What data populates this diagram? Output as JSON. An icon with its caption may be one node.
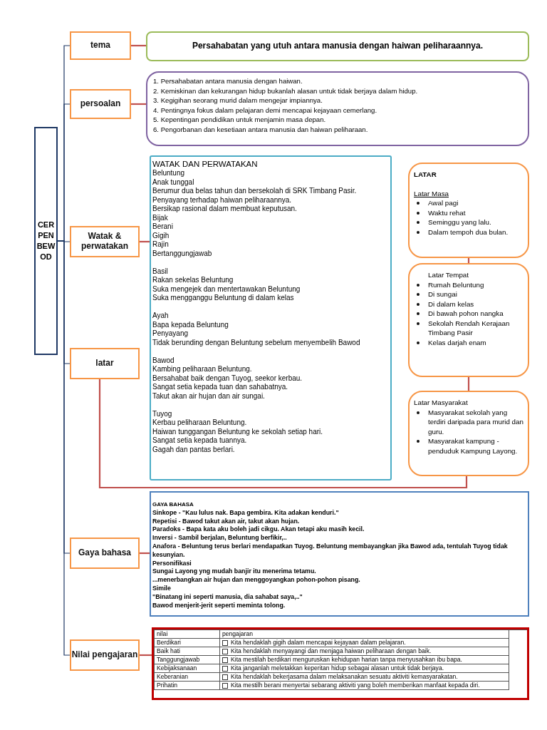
{
  "diagram": {
    "nodes": [
      {
        "text": [
          "CERPEN BEWOD"
        ]
      },
      {
        "text": [
          "tema"
        ]
      },
      {
        "text": [
          "persoalan"
        ]
      },
      {
        "text": [
          "Watak & perwatakan"
        ]
      },
      {
        "text": [
          "latar"
        ]
      },
      {
        "text": [
          "Gaya bahasa"
        ]
      },
      {
        "text": [
          "Nilai pengajaran"
        ]
      },
      {
        "text": [
          "Persahabatan yang utuh antara manusia dengan haiwan peliharaannya."
        ]
      },
      {
        "text": [
          "1. Persahabatan antara manusia dengan haiwan.",
          "2. Kemiskinan dan kekurangan hidup bukanlah alasan untuk tidak berjaya dalam hidup.",
          "3. Kegigihan seorang murid dalam mengejar impiannya.",
          "4. Pentingnya fokus dalam pelajaran demi mencapai kejayaan cemerlang.",
          "5. Kepentingan pendidikan untuk menjamin masa depan.",
          "6. Pengorbanan dan kesetiaan antara manusia dan haiwan peliharaan."
        ]
      },
      {
        "text": [
          "WATAK DAN PERWATAKAN",
          "Beluntung",
          "Anak tunggal",
          "Berumur dua belas tahun dan bersekolah di SRK Timbang Pasir.",
          "Penyayang terhadap haiwan peliharaannya.",
          "Bersikap rasional dalam membuat keputusan.",
          "Bijak",
          "Berani",
          "Gigih",
          "Rajin",
          "Bertanggungjawab",
          "Basil",
          "Rakan sekelas Beluntung",
          "Suka mengejek dan mentertawakan Beluntung",
          "Suka mengganggu Beluntung di dalam kelas",
          "Ayah",
          "Bapa kepada Beluntung",
          "Penyayang",
          "Tidak berunding dengan Beluntung sebelum menyembelih Bawod",
          "Bawod",
          "Kambing peliharaan Beluntung.",
          "Bersahabat baik dengan Tuyog, seekor kerbau.",
          "Sangat setia kepada tuan dan sahabatnya.",
          "Takut akan air hujan dan air sungai.",
          "Tuyog",
          "Kerbau peliharaan Beluntung.",
          "Haiwan tunggangan Beluntung ke sekolah setiap hari.",
          "Sangat setia kepada tuannya.",
          "Gagah dan pantas berlari."
        ]
      },
      {
        "text": [
          "LATAR",
          "Latar Masa",
          "Awal pagi",
          "Waktu rehat",
          "Seminggu yang lalu.",
          "Dalam tempoh dua bulan."
        ]
      },
      {
        "text": [
          "Latar Tempat",
          "Rumah Beluntung",
          "Di sungai",
          "Di dalam kelas",
          "Di bawah pohon nangka",
          "Sekolah Rendah Kerajaan Timbang Pasir",
          "Kelas darjah enam"
        ]
      },
      {
        "text": [
          "Latar Masyarakat",
          "Masyarakat sekolah yang terdiri daripada para murid dan guru.",
          "Masyarakat kampung - penduduk Kampung Layong."
        ]
      },
      {
        "text": [
          "GAYA BAHASA",
          "Sinkope - \"Kau lulus nak. Bapa gembira. Kita adakan kenduri.\"",
          "Repetisi - Bawod takut akan air, takut akan hujan.",
          "Paradoks - Bapa kata aku boleh jadi cikgu. Akan tetapi aku masih kecil.",
          "Inversi - Sambil berjalan, Beluntung berfikir,..",
          "Anafora - Beluntung terus berlari mendapatkan Tuyog. Beluntung membayangkan jika Bawod ada, tentulah Tuyog tidak kesunyian.",
          "Personifikasi",
          "Sungai Layong yng mudah banjir itu menerima tetamu.",
          "...menerbangkan air hujan dan menggoyangkan pohon-pohon pisang.",
          "Simile",
          "\"Binatang ini seperti manusia, dia sahabat saya,..\"",
          "Bawod menjerit-jerit seperti meminta tolong."
        ]
      },
      {
        "text": [
          "nilai",
          "pengajaran",
          "Berdikari",
          "Kita hendaklah gigih dalam mencapai kejayaan dalam pelajaran.",
          "Baik hati",
          "Kita hendaklah menyayangi dan menjaga haiwan peliharaan dengan baik.",
          "Tanggungjawab",
          "Kita mestilah berdikari menguruskan kehidupan harian tanpa menyusahkan ibu bapa.",
          "Kebijaksanaan",
          "Kita janganlah meletakkan keperitan hidup sebagai alasan untuk tidak berjaya.",
          "Keberanian",
          "Kita hendaklah bekerjasama dalam melaksanakan sesuatu aktiviti kemasyarakatan.",
          "Prihatin",
          "Kita mestilh berani menyertai sebarang aktiviti yang boleh memberikan manfaat kepada diri."
        ]
      }
    ],
    "edges": [
      {
        "from": 0,
        "to": 1,
        "arrow": "none",
        "color": "#1f3864"
      },
      {
        "from": 0,
        "to": 2,
        "arrow": "none",
        "color": "#1f3864"
      },
      {
        "from": 0,
        "to": 3,
        "arrow": "none",
        "color": "#1f3864"
      },
      {
        "from": 0,
        "to": 4,
        "arrow": "none",
        "color": "#1f3864"
      },
      {
        "from": 0,
        "to": 5,
        "arrow": "none",
        "color": "#1f3864"
      },
      {
        "from": 0,
        "to": 6,
        "arrow": "none",
        "color": "#1f3864"
      },
      {
        "from": 1,
        "to": 7,
        "arrow": "none"
      },
      {
        "from": 2,
        "to": 8,
        "arrow": "none"
      },
      {
        "from": 3,
        "to": 9,
        "arrow": "none"
      },
      {
        "from": 4,
        "to": 12,
        "arrow": "none"
      },
      {
        "from": 10,
        "to": 11,
        "arrow": "none"
      },
      {
        "from": 11,
        "to": 12,
        "arrow": "none"
      },
      {
        "from": 5,
        "to": 13,
        "arrow": "none"
      },
      {
        "from": 6,
        "to": 14,
        "arrow": "none"
      }
    ]
  }
}
